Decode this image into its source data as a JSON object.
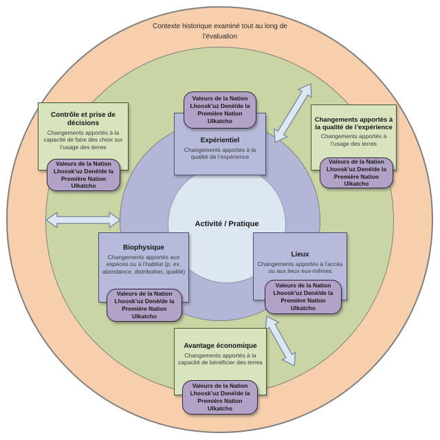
{
  "diagram": {
    "outer_ring_label": "Contexte historique examiné tout au long de l’évaluation",
    "center_label": "Activité / Pratique",
    "values_label": "Valeurs de la Nation Lhoosk’uz Dené/de la Première Nation Ulkatcho",
    "boxes": {
      "controle": {
        "title": "Contrôle et prise de décisions",
        "body": "Changements apportés à la capacité de faire des choix sur l’usage des terres"
      },
      "experientiel": {
        "title": "Expérientiel",
        "body": "Changements apportés à la qualité de l’expérience"
      },
      "qualite_experience": {
        "title": "Changements apportés à la qualité de l’expérience",
        "body": "Changements apportés à l’usage des terres"
      },
      "biophysique": {
        "title": "Biophysique",
        "body": "Changements apportés aux espèces ou à l’habitat (p. ex. abondance, distribution, qualité)"
      },
      "lieux": {
        "title": "Lieux",
        "body": "Changements apportés à l’accès ou aux lieux eux-mêmes"
      },
      "avantage_economique": {
        "title": "Avantage économique",
        "body": "Changements apportés à la capacité de bénéficier des terres"
      }
    }
  },
  "palette": {
    "outer_ring": "#f7cfad",
    "middle_ring": "#c9d5a2",
    "inner_circle": "#b3b6d7",
    "center_circle": "#dde7f2",
    "green_box": "#d8e4be",
    "blue_box": "#b7bbdb",
    "values_box": "#b2a2c8",
    "arrow_fill": "#dce7f3"
  }
}
